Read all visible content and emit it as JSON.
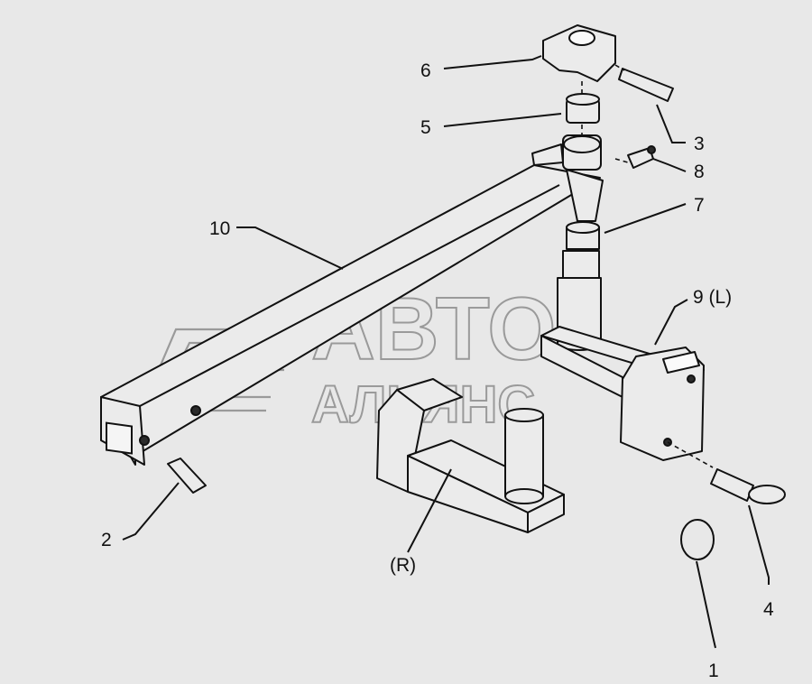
{
  "callouts": {
    "c1": "1",
    "c2": "2",
    "c3": "3",
    "c4": "4",
    "c5": "5",
    "c6": "6",
    "c7": "7",
    "c8": "8",
    "c9": "9 (L)",
    "c10": "10",
    "cR": "(R)"
  },
  "watermark": {
    "line1": "АВТО",
    "line2": "АЛЬЯНС"
  }
}
